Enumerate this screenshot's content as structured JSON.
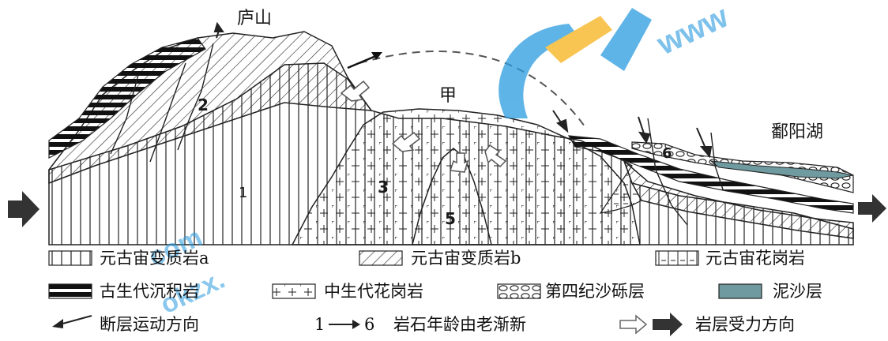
{
  "diagram": {
    "labels": {
      "mountain": "庐山",
      "point_jia": "甲",
      "lake": "鄱阳湖",
      "n1": "1",
      "n2": "2",
      "n3": "3",
      "n5": "5",
      "n6": "6"
    },
    "legend": [
      {
        "key": "meta_a",
        "label": "元古宙变质岩a"
      },
      {
        "key": "meta_b",
        "label": "元古宙变质岩b"
      },
      {
        "key": "granite_proto",
        "label": "元古宙花岗岩"
      },
      {
        "key": "paleo_sed",
        "label": "古生代沉积岩"
      },
      {
        "key": "meso_granite",
        "label": "中生代花岗岩"
      },
      {
        "key": "quaternary",
        "label": "第四纪沙砾层"
      },
      {
        "key": "mud",
        "label": "泥沙层"
      },
      {
        "key": "fault",
        "label": "断层运动方向"
      },
      {
        "key": "age",
        "label": "岩石年龄由老渐新"
      },
      {
        "key": "force",
        "label": "岩层受力方向"
      }
    ],
    "age_range": {
      "from": "1",
      "to": "6"
    },
    "watermark": {
      "url": "www",
      "site": "com",
      "site2": "okzx."
    }
  },
  "colors": {
    "line": "#222222",
    "mud": "#6f9aa0",
    "watermark_blue": "#2a9be0",
    "watermark_yellow": "#f6b21a",
    "arrow_dark": "#333333"
  }
}
